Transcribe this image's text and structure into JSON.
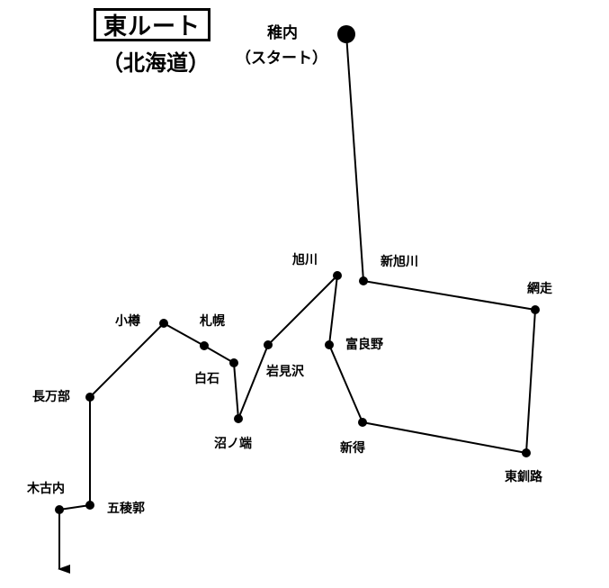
{
  "title": "東ルート",
  "subtitle": "（北海道）",
  "start": {
    "name": "稚内",
    "note": "（スタート）"
  },
  "line_color": "#000000",
  "stations": [
    {
      "id": "wakkanai",
      "label": ""
    },
    {
      "id": "shin-asahikawa",
      "label": "新旭川"
    },
    {
      "id": "abashiri",
      "label": "網走"
    },
    {
      "id": "higashi-kushiro",
      "label": "東釧路"
    },
    {
      "id": "shintoku",
      "label": "新得"
    },
    {
      "id": "furano",
      "label": "富良野"
    },
    {
      "id": "asahikawa",
      "label": "旭川"
    },
    {
      "id": "iwamizawa",
      "label": "岩見沢"
    },
    {
      "id": "numanohata",
      "label": "沼ノ端"
    },
    {
      "id": "shiroishi",
      "label": "白石"
    },
    {
      "id": "sapporo",
      "label": "札幌"
    },
    {
      "id": "otaru",
      "label": "小樽"
    },
    {
      "id": "oshamambe",
      "label": "長万部"
    },
    {
      "id": "goryokaku",
      "label": "五稜郭"
    },
    {
      "id": "kikonai",
      "label": "木古内"
    }
  ]
}
